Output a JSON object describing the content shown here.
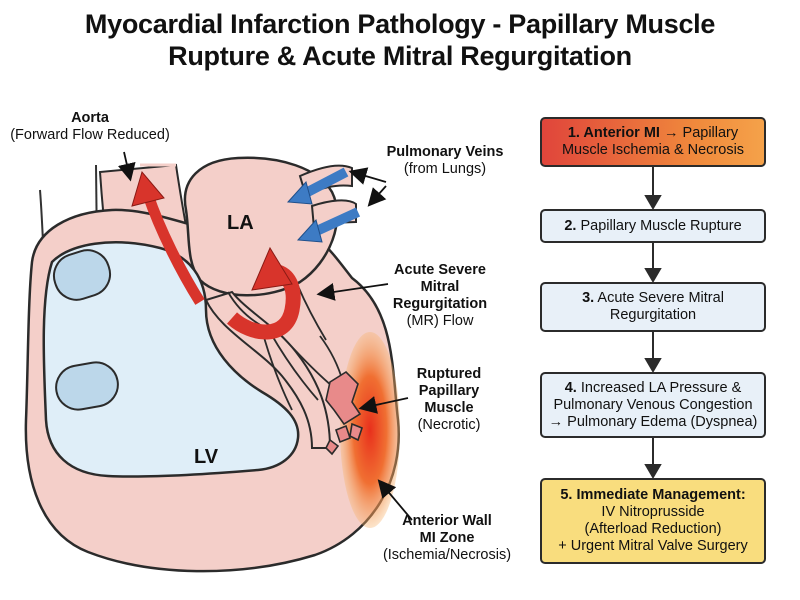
{
  "title": {
    "line1": "Myocardial Infarction Pathology - Papillary Muscle",
    "line2": "Rupture & Acute Mitral Regurgitation"
  },
  "labels": {
    "aorta": {
      "name": "Aorta",
      "detail": "(Forward Flow Reduced)"
    },
    "pulmonary_veins": {
      "name": "Pulmonary Veins",
      "detail": "(from Lungs)"
    },
    "la": "LA",
    "lv": "LV",
    "mr": {
      "line1": "Acute Severe",
      "line2": "Mitral",
      "line3": "Regurgitation",
      "detail": "(MR) Flow"
    },
    "papillary": {
      "line1": "Ruptured",
      "line2": "Papillary",
      "line3": "Muscle",
      "detail": "(Necrotic)"
    },
    "mi_zone": {
      "line1": "Anterior Wall",
      "line2": "MI Zone",
      "detail": "(Ischemia/Necrosis)"
    }
  },
  "flow": [
    {
      "bold": "1. Anterior MI",
      "text_a": " → Papillary",
      "text_b": "Muscle Ischemia & Necrosis"
    },
    {
      "bold": "2.",
      "text_a": " Papillary Muscle Rupture"
    },
    {
      "bold": "3.",
      "text_a": " Acute Severe Mitral",
      "text_b": "Regurgitation"
    },
    {
      "bold": "4.",
      "text_a": " Increased LA Pressure &",
      "text_b": "Pulmonary Venous Congestion",
      "text_c": "→ Pulmonary Edema (Dyspnea)"
    },
    {
      "bold": "5. Immediate Management:",
      "text_a": "IV Nitroprusside",
      "text_b": "(Afterload Reduction)",
      "text_c": "+ Urgent Mitral Valve Surgery"
    }
  ],
  "colors": {
    "myocardium": "#f4cfc9",
    "cavity": "#dfeef8",
    "regurgitation_arrow": "#d8342b",
    "venous_arrow": "#3d7bc4",
    "infarct": "#e8401f",
    "box_default": "#e8f0f8",
    "box_management": "#f9dd7e"
  }
}
